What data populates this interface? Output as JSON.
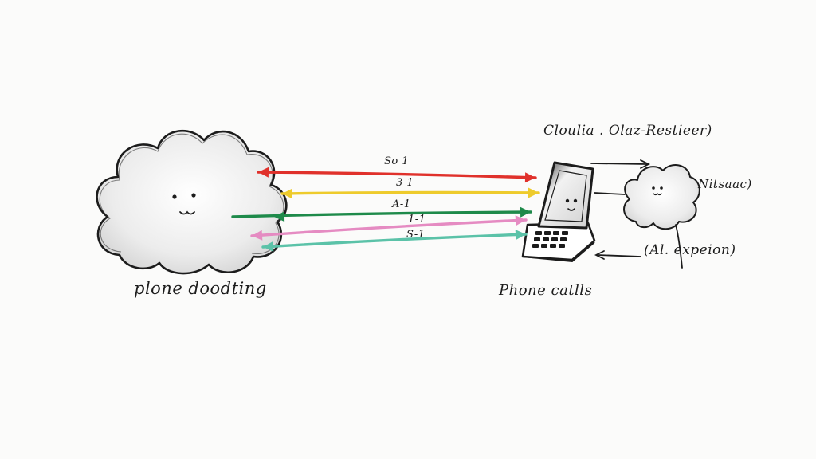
{
  "colors": {
    "ink": "#1c1c1c",
    "red": "#e0312b",
    "yellow": "#eecb2c",
    "green": "#1e8a4a",
    "pink": "#e58bc2",
    "teal": "#5bc2a8",
    "cloud_fill": "#e9e9e9"
  },
  "left_cloud": {
    "label": "plone doodting"
  },
  "phone": {
    "label": "Phone catlls"
  },
  "top_label": "Cloulia . Olaz-Restieer)",
  "right_cloud": {
    "label": "Nitsaac)"
  },
  "bottom_right_label": "(Al. expeion)",
  "arrows": [
    {
      "label": "So 1",
      "color": "red",
      "direction": "both"
    },
    {
      "label": "3 1",
      "color": "yellow",
      "direction": "both"
    },
    {
      "label": "A-1",
      "color": "green",
      "direction": "both"
    },
    {
      "label": "1-1",
      "color": "pink",
      "direction": "both"
    },
    {
      "label": "S-1",
      "color": "teal",
      "direction": "both"
    }
  ]
}
